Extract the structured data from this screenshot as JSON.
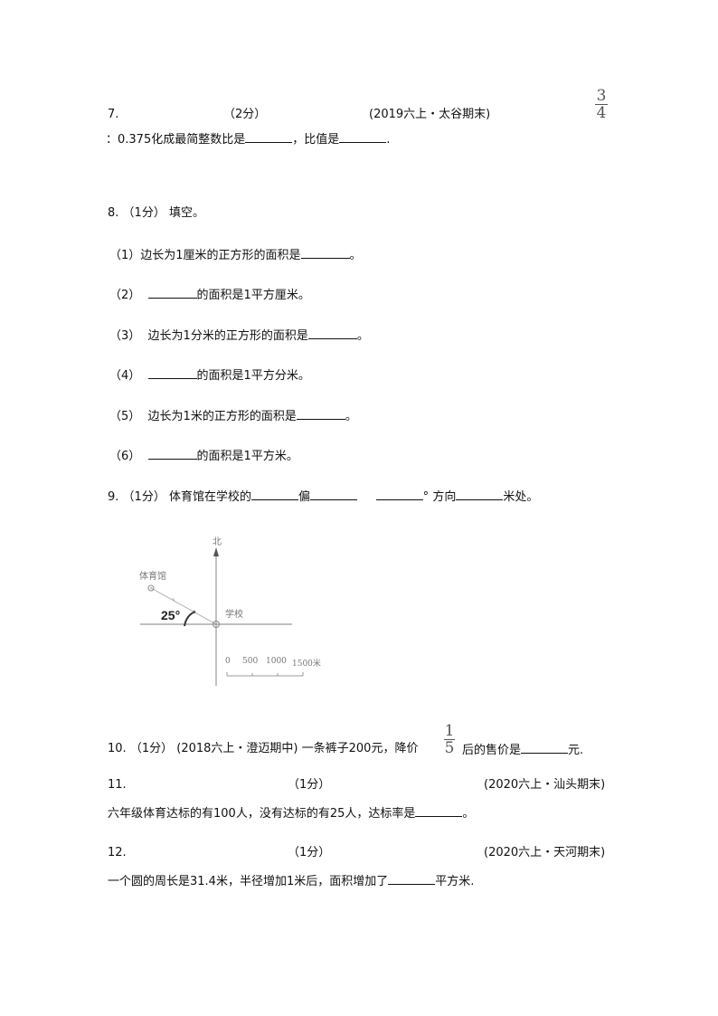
{
  "questions": {
    "q7": {
      "number": "7.",
      "score": "（2分）",
      "source": "(2019六上・太谷期末)",
      "fraction": {
        "numerator": "3",
        "denominator": "4"
      },
      "text_a": "：0.375化成最简整数比是",
      "text_b": "，比值是",
      "text_c": "."
    },
    "q8": {
      "number": "8.",
      "score": "（1分）",
      "title": "填空。",
      "items": [
        {
          "label": "（1）",
          "before": "边长为1厘米的正方形的面积是",
          "after": "。"
        },
        {
          "label": "（2）",
          "before": "",
          "after": "的面积是1平方厘米。"
        },
        {
          "label": "（3）",
          "before": "边长为1分米的正方形的面积是",
          "after": "。"
        },
        {
          "label": "（4）",
          "before": "",
          "after": "的面积是1平方分米。"
        },
        {
          "label": "（5）",
          "before": "边长为1米的正方形的面积是",
          "after": "。"
        },
        {
          "label": "（6）",
          "before": "",
          "after": "的面积是1平方米。"
        }
      ]
    },
    "q9": {
      "number": "9.",
      "score": "（1分）",
      "text_a": "体育馆在学校的",
      "text_b": "偏",
      "text_c": "°",
      "text_d": "方向",
      "text_e": "米处。",
      "diagram": {
        "north_label": "北",
        "gym_label": "体育馆",
        "school_label": "学校",
        "angle_label": "25°",
        "scale_labels": [
          "0",
          "500",
          "1000",
          "1500米"
        ]
      }
    },
    "q10": {
      "number": "10.",
      "score": "（1分）",
      "source": "(2018六上・澄迈期中)",
      "text_a": "一条裤子200元，降价",
      "fraction": {
        "numerator": "1",
        "denominator": "5"
      },
      "text_b": "后的售价是",
      "text_c": "元."
    },
    "q11": {
      "number": "11.",
      "score": "（1分）",
      "source": "(2020六上・汕头期末)",
      "text_a": "六年级体育达标的有100人，没有达标的有25人，达标率是",
      "text_b": "。"
    },
    "q12": {
      "number": "12.",
      "score": "（1分）",
      "source": "(2020六上・天河期末)",
      "text_a": "一个圆的周长是31.4米，半径增加1米后，面积增加了",
      "text_b": "平方米."
    }
  }
}
